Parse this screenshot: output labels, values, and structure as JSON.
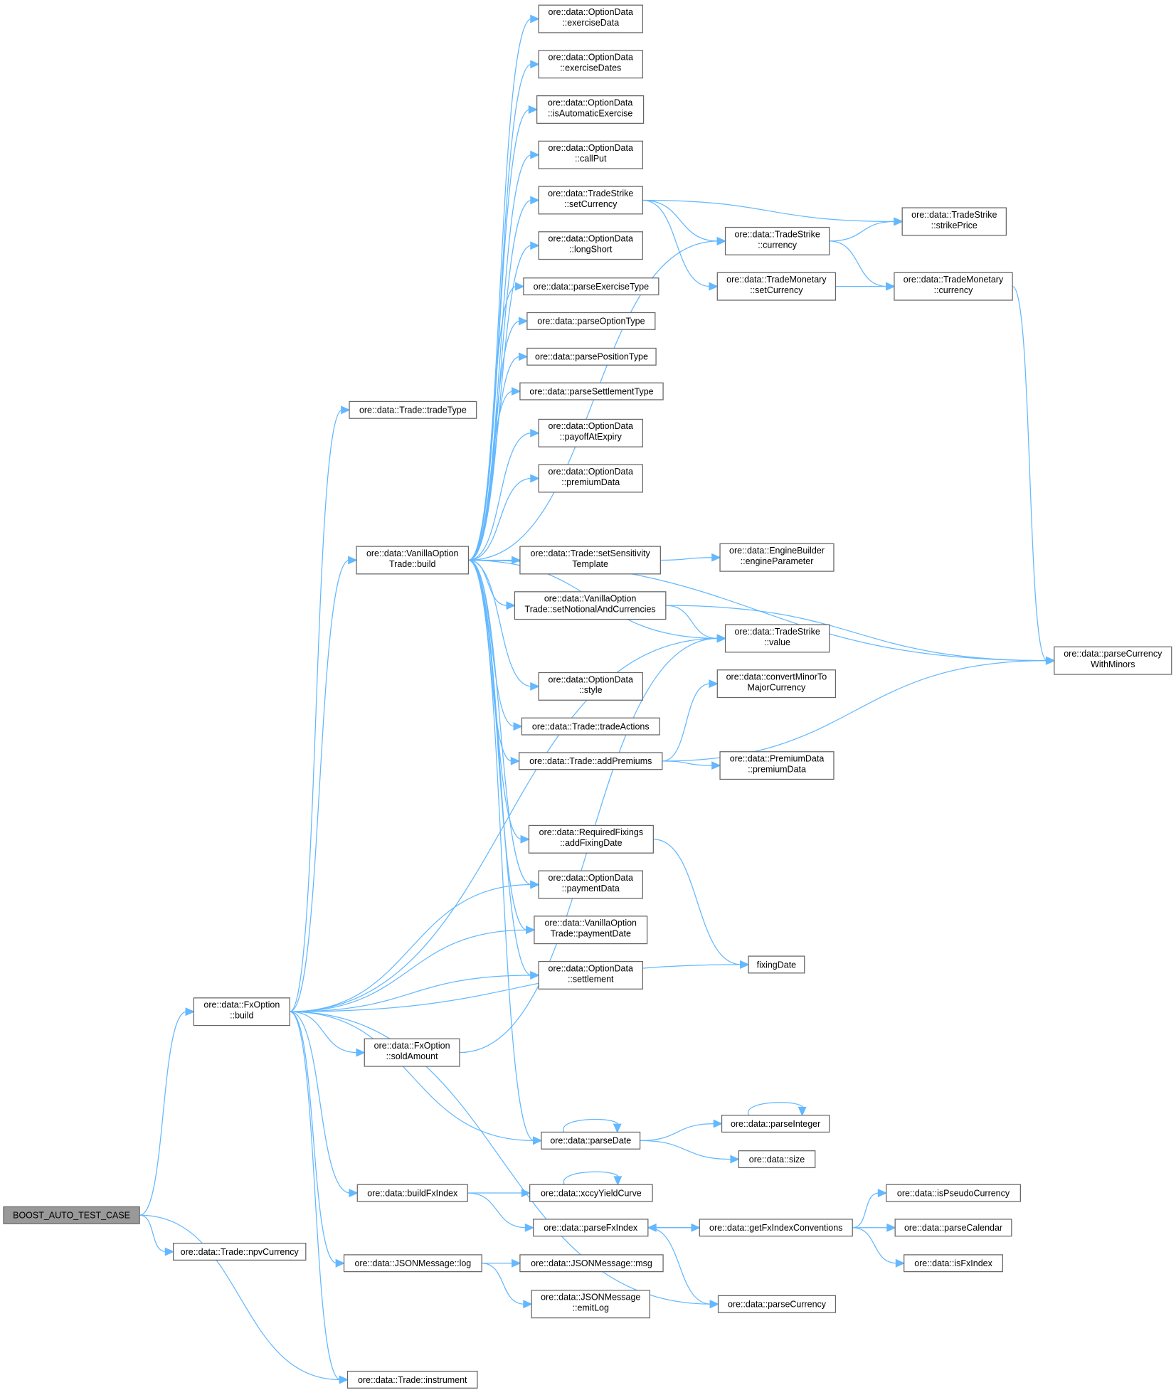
{
  "title": "Call graph",
  "colors": {
    "edge": "#63b8ff",
    "box_border": "#666666",
    "root_fill": "#999999"
  },
  "nodes": [
    {
      "id": "exerciseData",
      "lines": [
        "ore::data::OptionData",
        "::exerciseData"
      ]
    },
    {
      "id": "exerciseDates",
      "lines": [
        "ore::data::OptionData",
        "::exerciseDates"
      ]
    },
    {
      "id": "isAutomaticExercise",
      "lines": [
        "ore::data::OptionData",
        "::isAutomaticExercise"
      ]
    },
    {
      "id": "callPut",
      "lines": [
        "ore::data::OptionData",
        "::callPut"
      ]
    },
    {
      "id": "tsSetCurrency",
      "lines": [
        "ore::data::TradeStrike",
        "::setCurrency"
      ]
    },
    {
      "id": "longShort",
      "lines": [
        "ore::data::OptionData",
        "::longShort"
      ]
    },
    {
      "id": "parseExerciseType",
      "lines": [
        "ore::data::parseExerciseType"
      ]
    },
    {
      "id": "parseOptionType",
      "lines": [
        "ore::data::parseOptionType"
      ]
    },
    {
      "id": "parsePositionType",
      "lines": [
        "ore::data::parsePositionType"
      ]
    },
    {
      "id": "parseSettlementType",
      "lines": [
        "ore::data::parseSettlementType"
      ]
    },
    {
      "id": "payoffAtExpiry",
      "lines": [
        "ore::data::OptionData",
        "::payoffAtExpiry"
      ]
    },
    {
      "id": "odPremiumData",
      "lines": [
        "ore::data::OptionData",
        "::premiumData"
      ]
    },
    {
      "id": "tradeType",
      "lines": [
        "ore::data::Trade::tradeType"
      ]
    },
    {
      "id": "votBuild",
      "lines": [
        "ore::data::VanillaOption",
        "Trade::build"
      ]
    },
    {
      "id": "setSensitivityTemplate",
      "lines": [
        "ore::data::Trade::setSensitivity",
        "Template"
      ]
    },
    {
      "id": "engineParameter",
      "lines": [
        "ore::data::EngineBuilder",
        "::engineParameter"
      ]
    },
    {
      "id": "setNotional",
      "lines": [
        "ore::data::VanillaOption",
        "Trade::setNotionalAndCurrencies"
      ]
    },
    {
      "id": "tsValue",
      "lines": [
        "ore::data::TradeStrike",
        "::value"
      ]
    },
    {
      "id": "parseCurrencyWithMinors",
      "lines": [
        "ore::data::parseCurrency",
        "WithMinors"
      ]
    },
    {
      "id": "style",
      "lines": [
        "ore::data::OptionData",
        "::style"
      ]
    },
    {
      "id": "convertMinor",
      "lines": [
        "ore::data::convertMinorTo",
        "MajorCurrency"
      ]
    },
    {
      "id": "tradeActions",
      "lines": [
        "ore::data::Trade::tradeActions"
      ]
    },
    {
      "id": "addPremiums",
      "lines": [
        "ore::data::Trade::addPremiums"
      ]
    },
    {
      "id": "pdPremiumData",
      "lines": [
        "ore::data::PremiumData",
        "::premiumData"
      ]
    },
    {
      "id": "addFixingDate",
      "lines": [
        "ore::data::RequiredFixings",
        "::addFixingDate"
      ]
    },
    {
      "id": "paymentData",
      "lines": [
        "ore::data::OptionData",
        "::paymentData"
      ]
    },
    {
      "id": "paymentDate",
      "lines": [
        "ore::data::VanillaOption",
        "Trade::paymentDate"
      ]
    },
    {
      "id": "settlement",
      "lines": [
        "ore::data::OptionData",
        "::settlement"
      ]
    },
    {
      "id": "fixingDate",
      "lines": [
        "fixingDate"
      ]
    },
    {
      "id": "fxBuild",
      "lines": [
        "ore::data::FxOption",
        "::build"
      ]
    },
    {
      "id": "soldAmount",
      "lines": [
        "ore::data::FxOption",
        "::soldAmount"
      ]
    },
    {
      "id": "parseDate",
      "lines": [
        "ore::data::parseDate"
      ]
    },
    {
      "id": "parseInteger",
      "lines": [
        "ore::data::parseInteger"
      ]
    },
    {
      "id": "size",
      "lines": [
        "ore::data::size"
      ]
    },
    {
      "id": "buildFxIndex",
      "lines": [
        "ore::data::buildFxIndex"
      ]
    },
    {
      "id": "xccyYieldCurve",
      "lines": [
        "ore::data::xccyYieldCurve"
      ]
    },
    {
      "id": "parseFxIndex",
      "lines": [
        "ore::data::parseFxIndex"
      ]
    },
    {
      "id": "getFxIndexConventions",
      "lines": [
        "ore::data::getFxIndexConventions"
      ]
    },
    {
      "id": "isPseudoCurrency",
      "lines": [
        "ore::data::isPseudoCurrency"
      ]
    },
    {
      "id": "parseCalendar",
      "lines": [
        "ore::data::parseCalendar"
      ]
    },
    {
      "id": "isFxIndex",
      "lines": [
        "ore::data::isFxIndex"
      ]
    },
    {
      "id": "jsonLog",
      "lines": [
        "ore::data::JSONMessage::log"
      ]
    },
    {
      "id": "jsonMsg",
      "lines": [
        "ore::data::JSONMessage::msg"
      ]
    },
    {
      "id": "emitLog",
      "lines": [
        "ore::data::JSONMessage",
        "::emitLog"
      ]
    },
    {
      "id": "parseCurrency",
      "lines": [
        "ore::data::parseCurrency"
      ]
    },
    {
      "id": "instrument",
      "lines": [
        "ore::data::Trade::instrument"
      ]
    },
    {
      "id": "root",
      "lines": [
        "BOOST_AUTO_TEST_CASE"
      ]
    },
    {
      "id": "npvCurrency",
      "lines": [
        "ore::data::Trade::npvCurrency"
      ]
    },
    {
      "id": "strikePrice",
      "lines": [
        "ore::data::TradeStrike",
        "::strikePrice"
      ]
    },
    {
      "id": "tsCurrency",
      "lines": [
        "ore::data::TradeStrike",
        "::currency"
      ]
    },
    {
      "id": "tmSetCurrency",
      "lines": [
        "ore::data::TradeMonetary",
        "::setCurrency"
      ]
    },
    {
      "id": "tmCurrency",
      "lines": [
        "ore::data::TradeMonetary",
        "::currency"
      ]
    }
  ],
  "edges": [
    [
      "root",
      "fxBuild"
    ],
    [
      "root",
      "npvCurrency"
    ],
    [
      "root",
      "instrument"
    ],
    [
      "fxBuild",
      "tradeType"
    ],
    [
      "fxBuild",
      "votBuild"
    ],
    [
      "fxBuild",
      "paymentData"
    ],
    [
      "fxBuild",
      "paymentDate"
    ],
    [
      "fxBuild",
      "settlement"
    ],
    [
      "fxBuild",
      "tsValue"
    ],
    [
      "fxBuild",
      "soldAmount"
    ],
    [
      "fxBuild",
      "fixingDate"
    ],
    [
      "fxBuild",
      "parseDate"
    ],
    [
      "fxBuild",
      "buildFxIndex"
    ],
    [
      "fxBuild",
      "jsonLog"
    ],
    [
      "fxBuild",
      "parseCurrency"
    ],
    [
      "fxBuild",
      "instrument"
    ],
    [
      "votBuild",
      "exerciseData"
    ],
    [
      "votBuild",
      "exerciseDates"
    ],
    [
      "votBuild",
      "isAutomaticExercise"
    ],
    [
      "votBuild",
      "callPut"
    ],
    [
      "votBuild",
      "tsSetCurrency"
    ],
    [
      "votBuild",
      "longShort"
    ],
    [
      "votBuild",
      "parseExerciseType"
    ],
    [
      "votBuild",
      "parseOptionType"
    ],
    [
      "votBuild",
      "parsePositionType"
    ],
    [
      "votBuild",
      "parseSettlementType"
    ],
    [
      "votBuild",
      "payoffAtExpiry"
    ],
    [
      "votBuild",
      "odPremiumData"
    ],
    [
      "votBuild",
      "tsCurrency"
    ],
    [
      "votBuild",
      "setSensitivityTemplate"
    ],
    [
      "votBuild",
      "setNotional"
    ],
    [
      "votBuild",
      "tsValue"
    ],
    [
      "votBuild",
      "style"
    ],
    [
      "votBuild",
      "tradeActions"
    ],
    [
      "votBuild",
      "addPremiums"
    ],
    [
      "votBuild",
      "parseCurrencyWithMinors"
    ],
    [
      "votBuild",
      "addFixingDate"
    ],
    [
      "votBuild",
      "paymentData"
    ],
    [
      "votBuild",
      "paymentDate"
    ],
    [
      "votBuild",
      "settlement"
    ],
    [
      "votBuild",
      "parseDate"
    ],
    [
      "tsSetCurrency",
      "strikePrice"
    ],
    [
      "tsSetCurrency",
      "tsCurrency"
    ],
    [
      "tsSetCurrency",
      "tmSetCurrency"
    ],
    [
      "tsCurrency",
      "strikePrice"
    ],
    [
      "tsCurrency",
      "tmCurrency"
    ],
    [
      "tmSetCurrency",
      "tmCurrency"
    ],
    [
      "tmCurrency",
      "parseCurrencyWithMinors"
    ],
    [
      "setSensitivityTemplate",
      "engineParameter"
    ],
    [
      "setNotional",
      "tsValue"
    ],
    [
      "setNotional",
      "parseCurrencyWithMinors"
    ],
    [
      "addPremiums",
      "convertMinor"
    ],
    [
      "addPremiums",
      "parseCurrencyWithMinors"
    ],
    [
      "addPremiums",
      "pdPremiumData"
    ],
    [
      "addFixingDate",
      "fixingDate"
    ],
    [
      "soldAmount",
      "tsValue"
    ],
    [
      "parseDate",
      "parseDate"
    ],
    [
      "parseDate",
      "parseInteger"
    ],
    [
      "parseDate",
      "size"
    ],
    [
      "parseInteger",
      "parseInteger"
    ],
    [
      "buildFxIndex",
      "xccyYieldCurve"
    ],
    [
      "buildFxIndex",
      "parseFxIndex"
    ],
    [
      "xccyYieldCurve",
      "xccyYieldCurve"
    ],
    [
      "parseFxIndex",
      "getFxIndexConventions"
    ],
    [
      "parseFxIndex",
      "parseCurrency"
    ],
    [
      "getFxIndexConventions",
      "parseFxIndex"
    ],
    [
      "getFxIndexConventions",
      "isPseudoCurrency"
    ],
    [
      "getFxIndexConventions",
      "parseCalendar"
    ],
    [
      "getFxIndexConventions",
      "isFxIndex"
    ],
    [
      "jsonLog",
      "jsonMsg"
    ],
    [
      "jsonLog",
      "emitLog"
    ]
  ]
}
